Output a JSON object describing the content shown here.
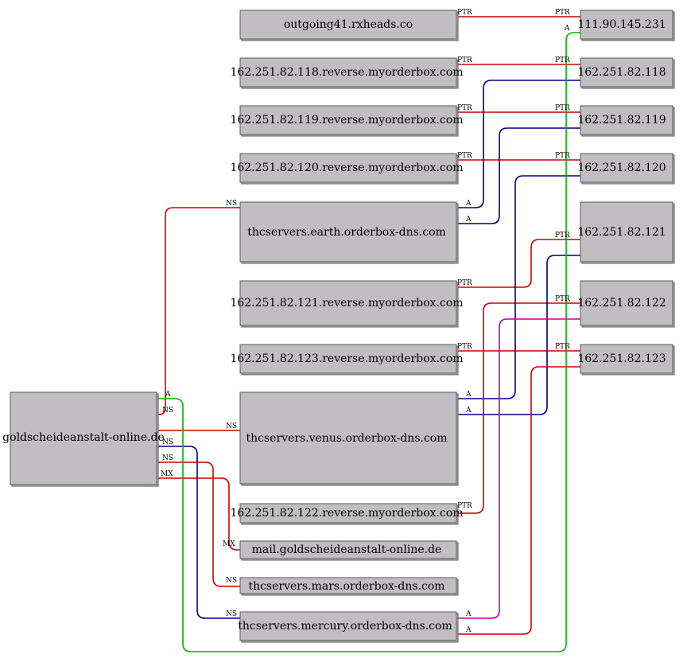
{
  "colors": {
    "ptr": "#cc0000",
    "ns": "#cc0000",
    "mx": "#cc0000",
    "a_blue": "#000080",
    "a_magenta": "#c000a0",
    "a_green": "#00b000",
    "node_fill": "#c0bec0"
  },
  "nodes": {
    "n_out41": "outgoing41.rxheads.co",
    "n_rev118": "162.251.82.118.reverse.myorderbox.com",
    "n_rev119": "162.251.82.119.reverse.myorderbox.com",
    "n_rev120": "162.251.82.120.reverse.myorderbox.com",
    "n_earth": "thcservers.earth.orderbox-dns.com",
    "n_rev121": "162.251.82.121.reverse.myorderbox.com",
    "n_rev123": "162.251.82.123.reverse.myorderbox.com",
    "n_venus": "thcservers.venus.orderbox-dns.com",
    "n_rev122": "162.251.82.122.reverse.myorderbox.com",
    "n_mail": "mail.goldscheideanstalt-online.de",
    "n_mars": "thcservers.mars.orderbox-dns.com",
    "n_mercury": "thcservers.mercury.orderbox-dns.com",
    "n_gold": "goldscheideanstalt-online.de",
    "ip_111": "111.90.145.231",
    "ip_118": "162.251.82.118",
    "ip_119": "162.251.82.119",
    "ip_120": "162.251.82.120",
    "ip_121": "162.251.82.121",
    "ip_122": "162.251.82.122",
    "ip_123": "162.251.82.123"
  },
  "edges": [
    {
      "from": "n_out41",
      "to": "ip_111",
      "type": "PTR"
    },
    {
      "from": "n_rev118",
      "to": "ip_118",
      "type": "PTR"
    },
    {
      "from": "n_rev119",
      "to": "ip_119",
      "type": "PTR"
    },
    {
      "from": "n_rev120",
      "to": "ip_120",
      "type": "PTR"
    },
    {
      "from": "n_rev121",
      "to": "ip_121",
      "type": "PTR"
    },
    {
      "from": "n_rev122",
      "to": "ip_122",
      "type": "PTR"
    },
    {
      "from": "n_rev123",
      "to": "ip_123",
      "type": "PTR"
    },
    {
      "from": "n_earth",
      "to": "ip_118",
      "type": "A"
    },
    {
      "from": "n_earth",
      "to": "ip_119",
      "type": "A"
    },
    {
      "from": "n_venus",
      "to": "ip_120",
      "type": "A"
    },
    {
      "from": "n_venus",
      "to": "ip_121",
      "type": "A"
    },
    {
      "from": "n_mercury",
      "to": "ip_122",
      "type": "A"
    },
    {
      "from": "n_mercury",
      "to": "ip_123",
      "type": "A"
    },
    {
      "from": "n_gold",
      "to": "ip_111",
      "type": "A"
    },
    {
      "from": "n_gold",
      "to": "n_earth",
      "type": "NS"
    },
    {
      "from": "n_gold",
      "to": "n_venus",
      "type": "NS"
    },
    {
      "from": "n_gold",
      "to": "n_mercury",
      "type": "NS"
    },
    {
      "from": "n_gold",
      "to": "n_mars",
      "type": "NS"
    },
    {
      "from": "n_gold",
      "to": "n_mail",
      "type": "MX"
    }
  ]
}
